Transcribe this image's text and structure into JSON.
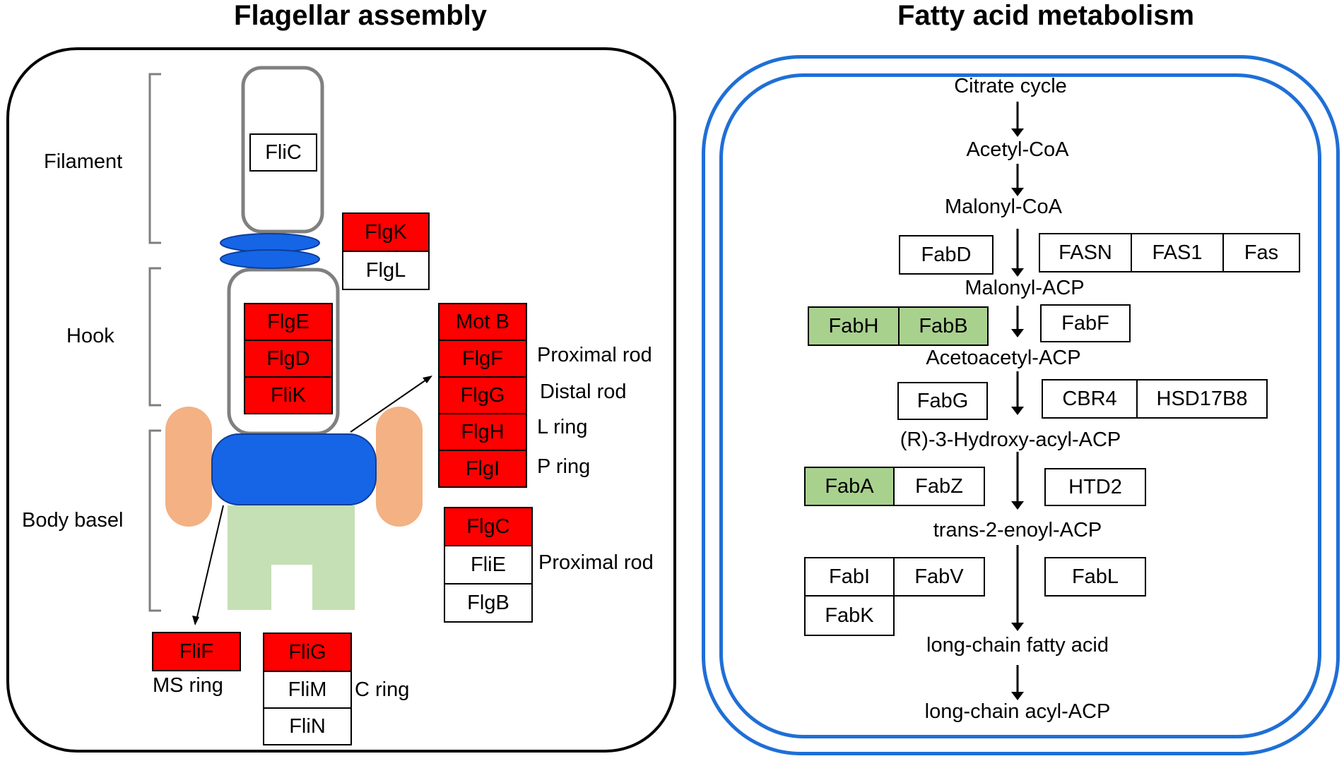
{
  "titles": {
    "left": "Flagellar assembly",
    "right": "Fatty acid metabolism"
  },
  "flagellar": {
    "regions": {
      "filament": "Filament",
      "hook": "Hook",
      "body": "Body basel"
    },
    "proteins": {
      "flic": "FliC",
      "flgk": "FlgK",
      "flgl": "FlgL",
      "flge": "FlgE",
      "flgd": "FlgD",
      "flik": "FliK",
      "motb": "Mot B",
      "flgf": "FlgF",
      "flgg": "FlgG",
      "flgh": "FlgH",
      "flgi": "FlgI",
      "flgc": "FlgC",
      "flie": "FliE",
      "flgb": "FlgB",
      "flif": "FliF",
      "flig": "FliG",
      "flim": "FliM",
      "flin": "FliN"
    },
    "side_labels": {
      "proximal_rod_1": "Proximal rod",
      "distal_rod": "Distal rod",
      "l_ring": "L ring",
      "p_ring": "P ring",
      "proximal_rod_2": "Proximal rod",
      "ms_ring": "MS ring",
      "c_ring": "C ring"
    }
  },
  "fatty_acid": {
    "metabolites": {
      "citrate": "Citrate cycle",
      "acetyl_coa": "Acetyl-CoA",
      "malonyl_coa": "Malonyl-CoA",
      "malonyl_acp": "Malonyl-ACP",
      "acetoacetyl_acp": "Acetoacetyl-ACP",
      "hydroxy_acyl_acp": "(R)-3-Hydroxy-acyl-ACP",
      "trans_enoyl_acp": "trans-2-enoyl-ACP",
      "long_chain_fa": "long-chain fatty acid",
      "long_chain_acyl_acp": "long-chain acyl-ACP"
    },
    "enzymes": {
      "fabd": "FabD",
      "fasn": "FASN",
      "fas1": "FAS1",
      "fas": "Fas",
      "fabh": "FabH",
      "fabb": "FabB",
      "fabf": "FabF",
      "fabg": "FabG",
      "cbr4": "CBR4",
      "hsd17b8": "HSD17B8",
      "faba": "FabA",
      "fabz": "FabZ",
      "htd2": "HTD2",
      "fabi": "FabI",
      "fabv": "FabV",
      "fabl": "FabL",
      "fabk": "FabK"
    }
  },
  "colors": {
    "up_regulated": "#ff0000",
    "down_regulated": "#a9d18e",
    "accent_blue": "#1f6fd6"
  }
}
